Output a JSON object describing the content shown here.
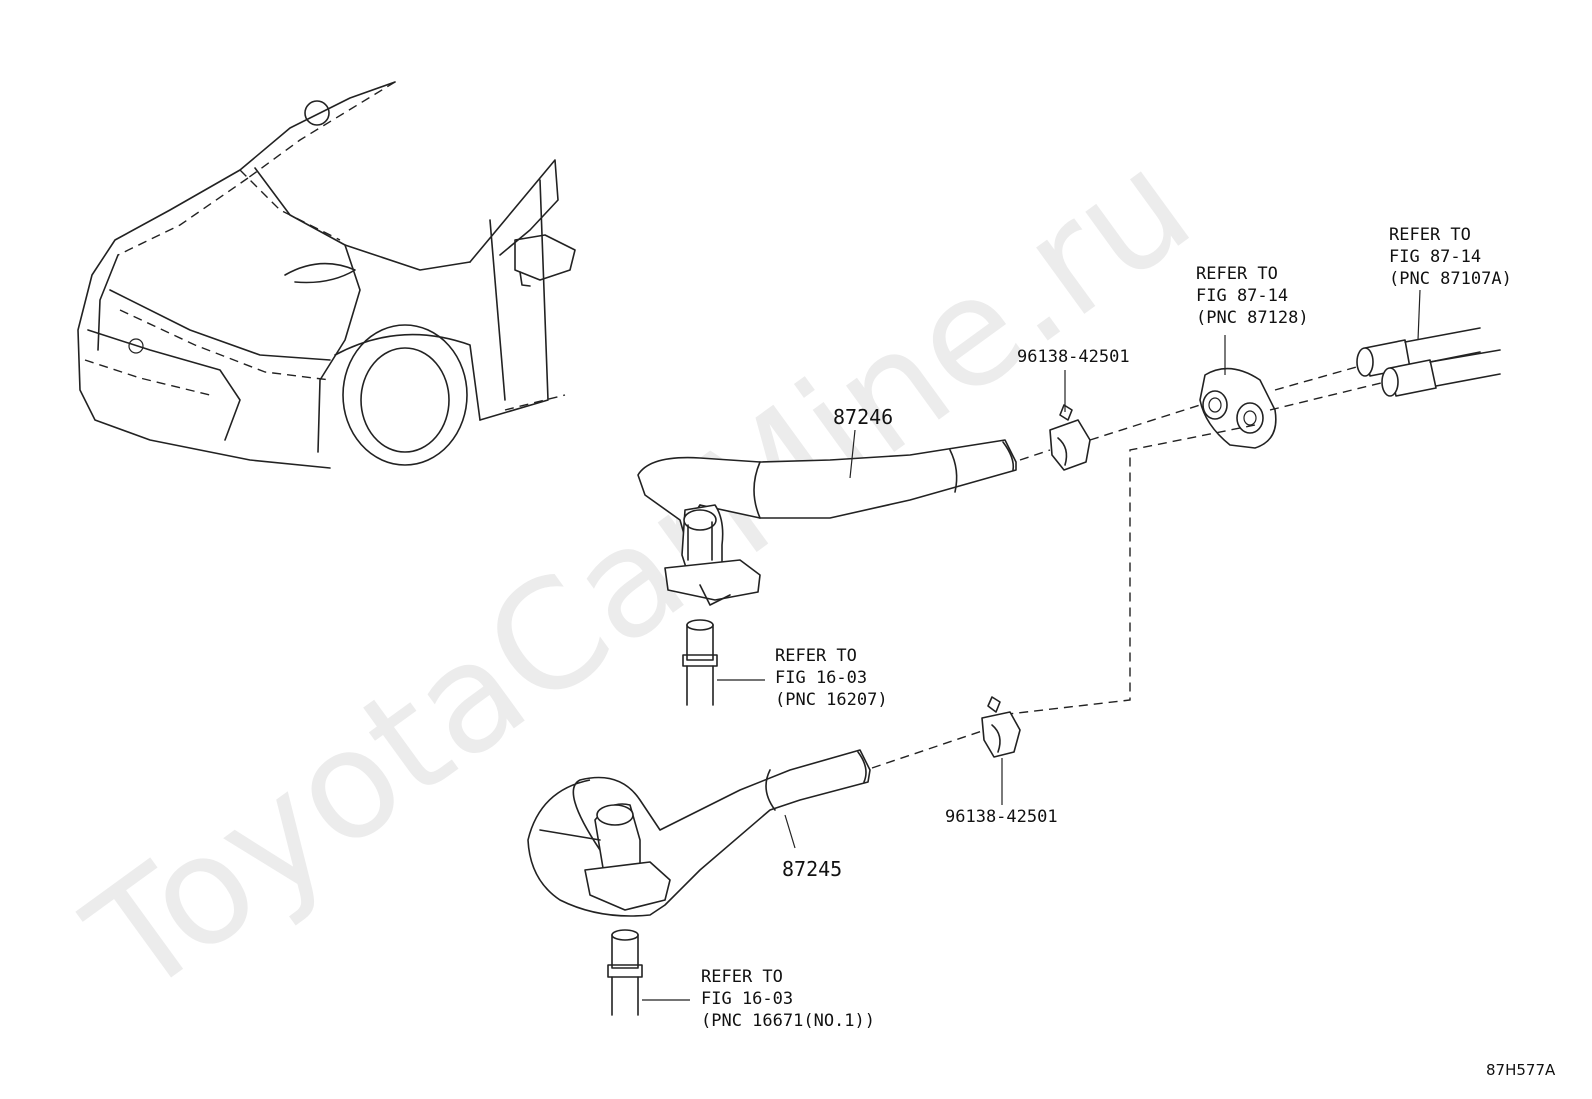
{
  "watermark": "ToyotaCarMine.ru",
  "diagram_code": "87H577A",
  "parts": {
    "hose_upper": "87246",
    "hose_lower": "87245",
    "clamp_upper": "96138-42501",
    "clamp_lower": "96138-42501"
  },
  "references": {
    "ref_87107a": {
      "line1": "REFER TO",
      "line2": "FIG 87-14",
      "line3": "(PNC 87107A)"
    },
    "ref_87128": {
      "line1": "REFER TO",
      "line2": "FIG 87-14",
      "line3": "(PNC 87128)"
    },
    "ref_16207": {
      "line1": "REFER TO",
      "line2": "FIG 16-03",
      "line3": "(PNC 16207)"
    },
    "ref_16671": {
      "line1": "REFER TO",
      "line2": "FIG 16-03",
      "line3": "(PNC 16671(NO.1))"
    }
  }
}
